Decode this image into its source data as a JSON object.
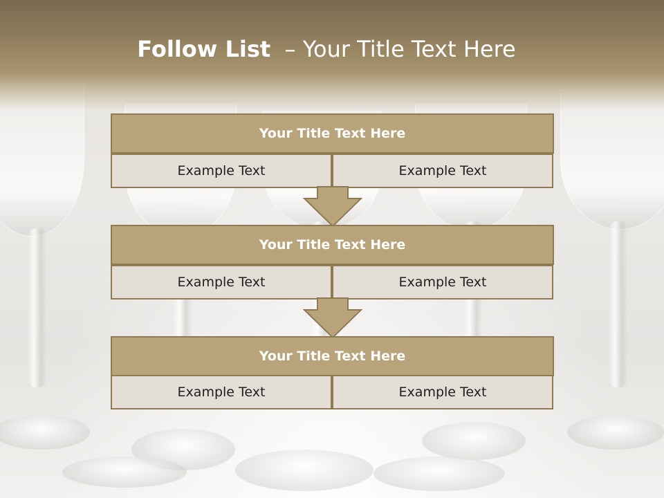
{
  "slide": {
    "title_bold": "Follow List",
    "title_rest": "– Your Title Text Here"
  },
  "colors": {
    "header_band": "#8c7b5b",
    "block_title_fill": "#b8a37a",
    "block_border": "#8f7a55",
    "cell_fill": "#e3ded6",
    "arrow_fill": "#b8a37a"
  },
  "icons": [
    "down-arrow-icon",
    "down-arrow-icon"
  ],
  "blocks": [
    {
      "title": "Your Title Text Here",
      "left_text": "Example Text",
      "right_text": "Example Text"
    },
    {
      "title": "Your Title Text Here",
      "left_text": "Example Text",
      "right_text": "Example Text"
    },
    {
      "title": "Your Title Text Here",
      "left_text": "Example Text",
      "right_text": "Example Text"
    }
  ]
}
